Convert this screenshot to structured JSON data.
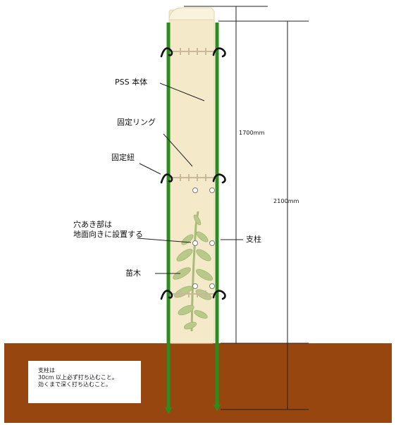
{
  "labels": {
    "pss_body": "PSS 本体",
    "fixing_ring": "固定リング",
    "fixing_string": "固定紐",
    "holes_line1": "穴あき部は",
    "holes_line2": "地面向きに設置する",
    "support_post": "支柱",
    "seedling": "苗木"
  },
  "dimensions": {
    "tube_height": "1700mm",
    "post_height": "2100mm"
  },
  "note": {
    "line1": "支柱は",
    "line2": "30cm 以上必ず打ち込むこと。",
    "line3": "効くまで深く打ち込むこと。"
  },
  "colors": {
    "tube": "#F4E9C9",
    "post": "#2E8B1E",
    "ground": "#97460F",
    "seedling": "#B9C98A"
  }
}
